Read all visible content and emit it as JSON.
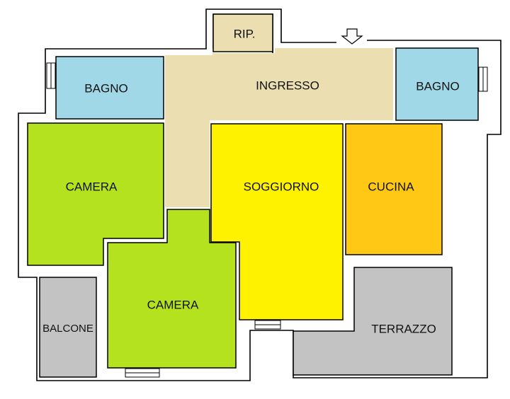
{
  "rooms": {
    "rip": {
      "label": "RIP.",
      "color": "#ebdeb0"
    },
    "ingresso": {
      "label": "INGRESSO",
      "color": "#ebdeb0"
    },
    "bagno_left": {
      "label": "BAGNO",
      "color": "#a0d8e8"
    },
    "bagno_right": {
      "label": "BAGNO",
      "color": "#a0d8e8"
    },
    "camera_top": {
      "label": "CAMERA",
      "color": "#b4e21e"
    },
    "camera_bottom": {
      "label": "CAMERA",
      "color": "#b4e21e"
    },
    "soggiorno": {
      "label": "SOGGIORNO",
      "color": "#fff200"
    },
    "cucina": {
      "label": "CUCINA",
      "color": "#ffc814"
    },
    "balcone": {
      "label": "BALCONE",
      "color": "#c3c3c3"
    },
    "terrazzo": {
      "label": "TERRAZZO",
      "color": "#c3c3c3"
    }
  },
  "entrance_icon": "down-arrow-icon"
}
